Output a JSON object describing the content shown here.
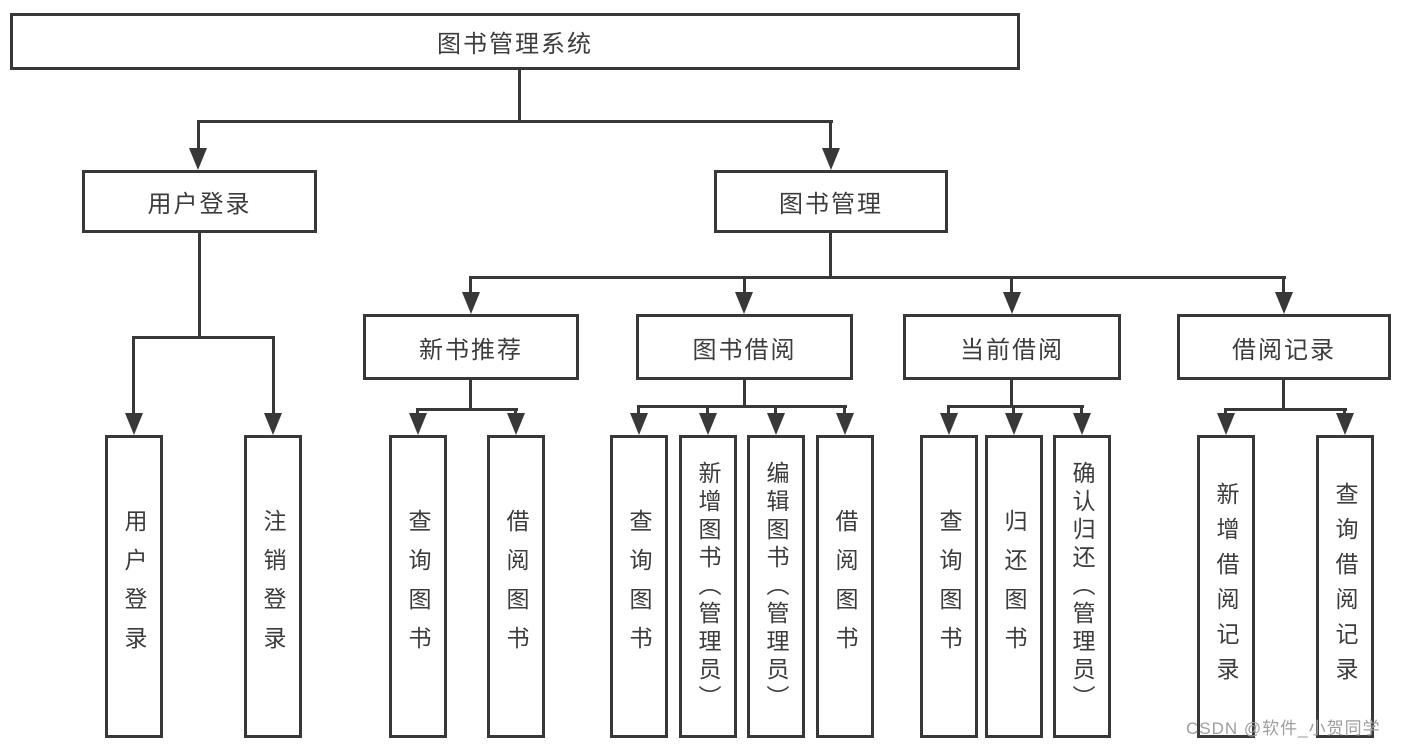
{
  "colors": {
    "line": "#383838",
    "text": "#3c3c3c",
    "background": "#ffffff",
    "watermark": "#9e9e9e"
  },
  "watermark": "CSDN @软件_小贺同学",
  "nodes": {
    "root": "图书管理系统",
    "level2": {
      "login": "用户登录",
      "manage": "图书管理"
    },
    "level3": {
      "newbook": "新书推荐",
      "borrow": "图书借阅",
      "current": "当前借阅",
      "records": "借阅记录"
    },
    "leaves": {
      "login_user": "用户登录",
      "login_logout": "注销登录",
      "newbook_query": "查询图书",
      "newbook_borrow": "借阅图书",
      "borrow_query": "查询图书",
      "borrow_add": "新增图书（管理员）",
      "borrow_edit": "编辑图书（管理员）",
      "borrow_borrow": "借阅图书",
      "current_query": "查询图书",
      "current_return": "归还图书",
      "current_confirm": "确认归还（管理员）",
      "records_add": "新增借阅记录",
      "records_query": "查询借阅记录"
    }
  }
}
